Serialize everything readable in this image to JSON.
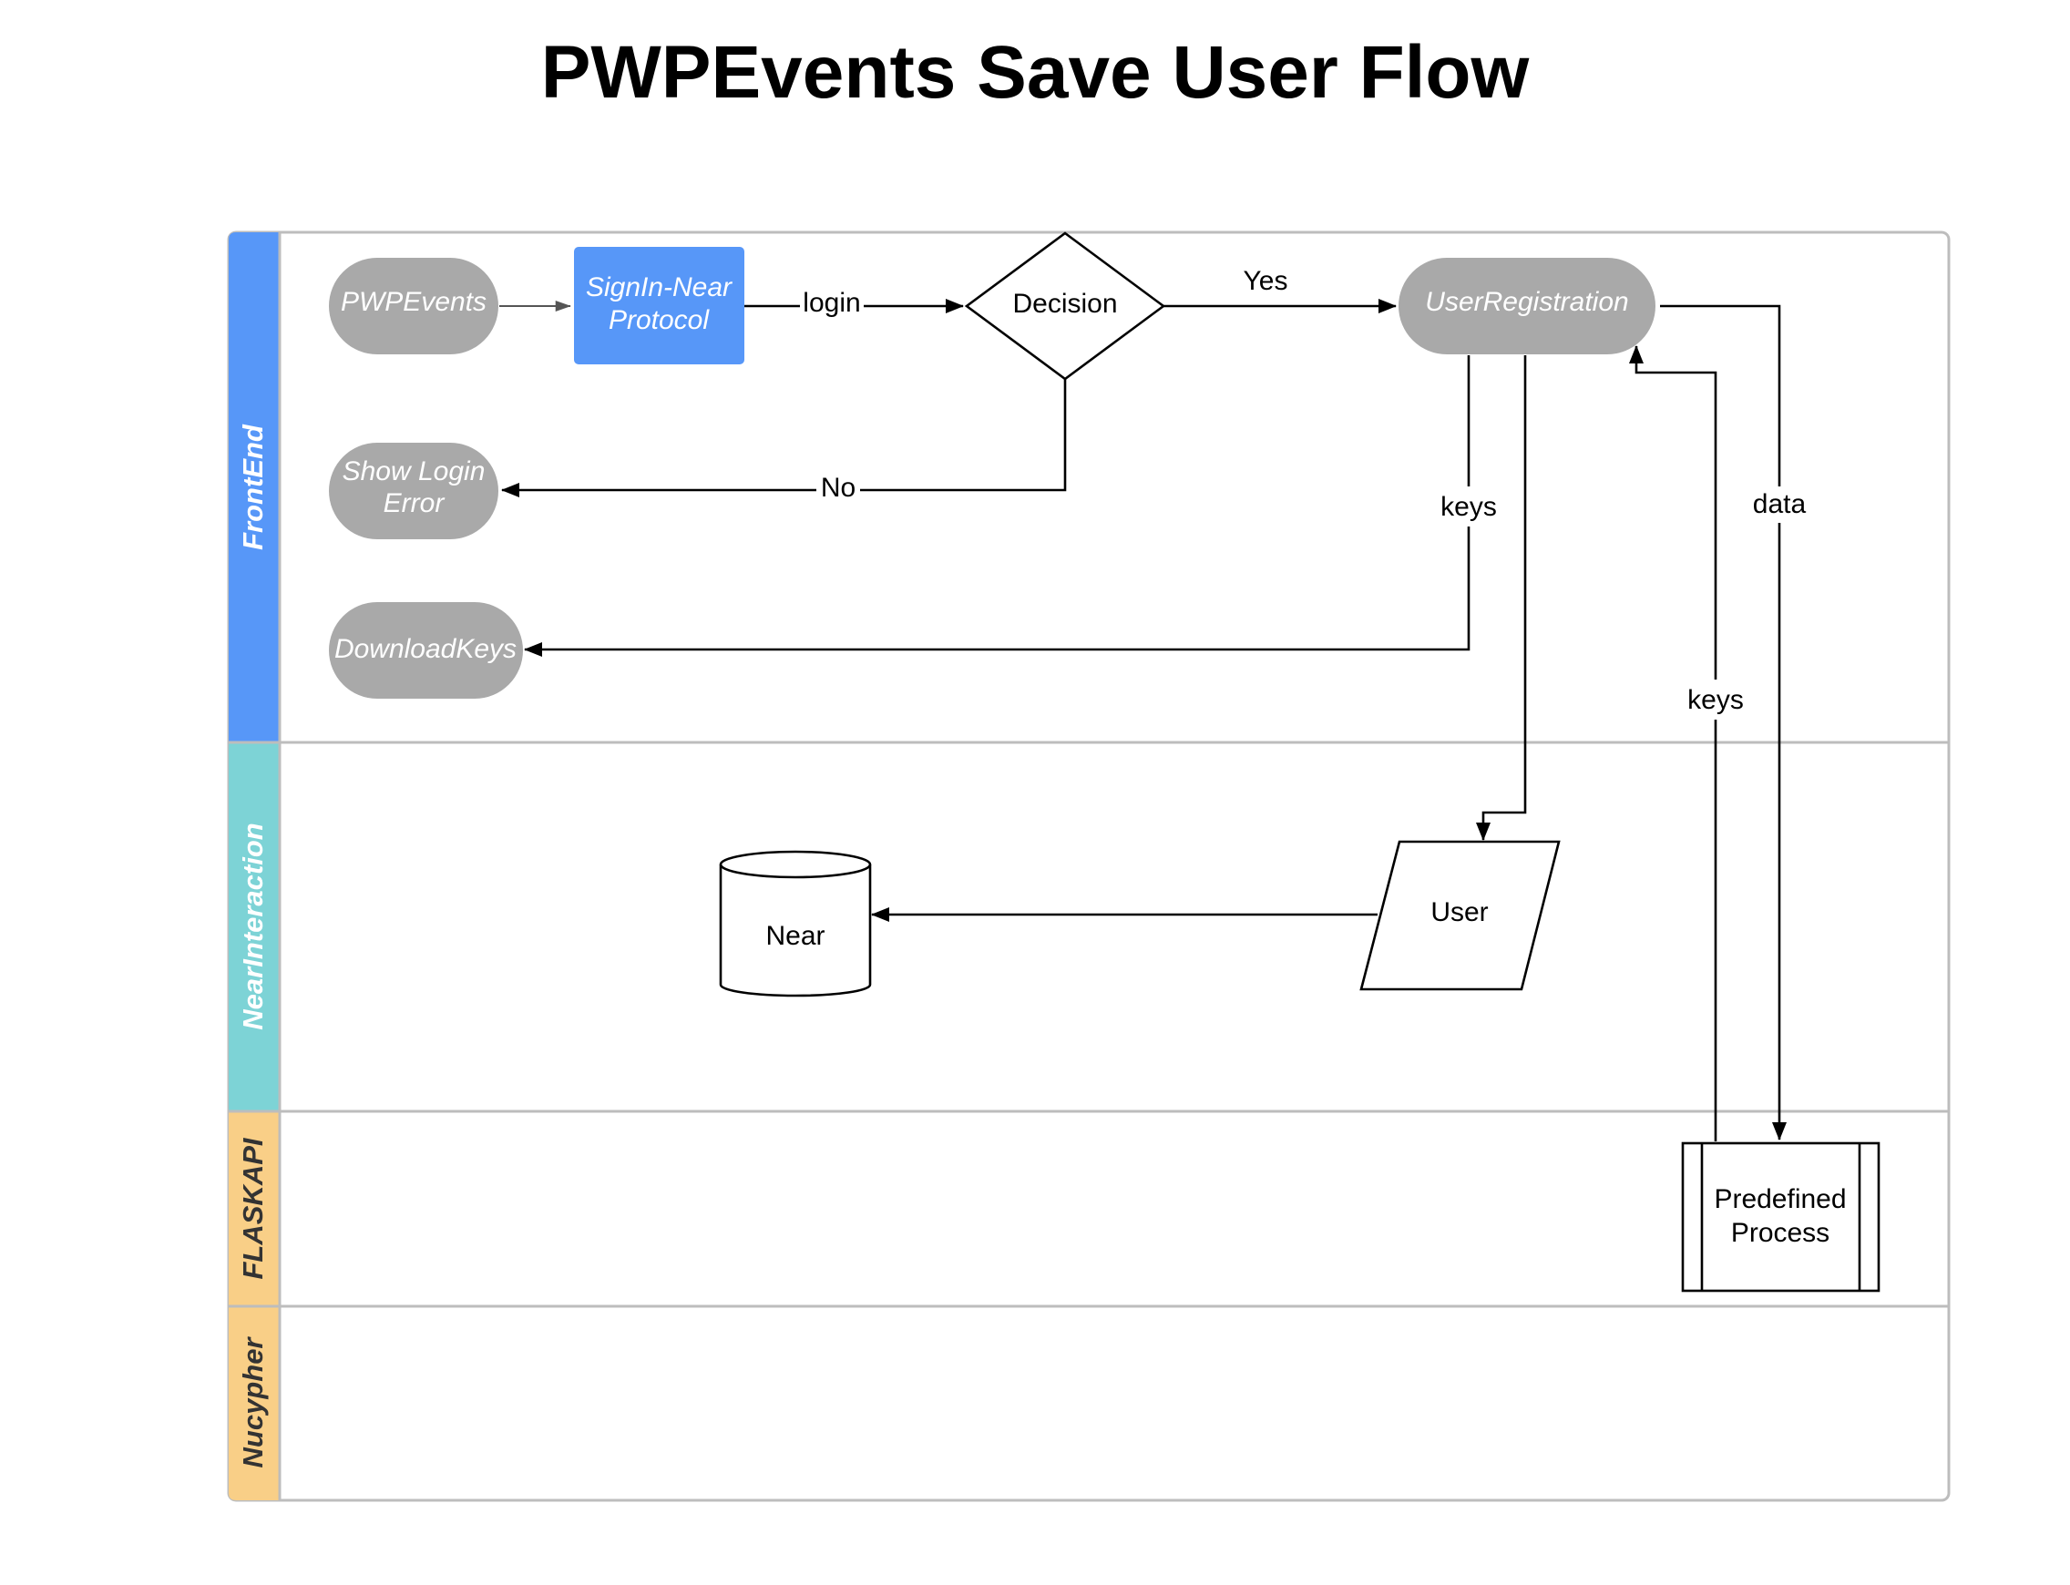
{
  "title": "PWPEvents Save User Flow",
  "colors": {
    "frontend": "#5797f8",
    "nearinteraction": "#7dd3d6",
    "flaskapi": "#f9cf87",
    "nucypher": "#f9cf87",
    "terminal_fill": "#a9a9a9",
    "process_fill": "#5797f8",
    "border": "#bdbdbd"
  },
  "lanes": [
    {
      "id": "frontend",
      "label": "FrontEnd"
    },
    {
      "id": "nearinteraction",
      "label": "NearInteraction"
    },
    {
      "id": "flaskapi",
      "label": "FLASKAPI"
    },
    {
      "id": "nucypher",
      "label": "Nucypher"
    }
  ],
  "nodes": {
    "pwpevents": {
      "shape": "terminal",
      "lines": [
        "PWPEvents"
      ]
    },
    "signin": {
      "shape": "process",
      "lines": [
        "SignIn-Near",
        "Protocol"
      ]
    },
    "decision": {
      "shape": "decision",
      "lines": [
        "Decision"
      ]
    },
    "userregistration": {
      "shape": "terminal",
      "lines": [
        "UserRegistration"
      ]
    },
    "showloginerror": {
      "shape": "terminal",
      "lines": [
        "Show Login",
        "Error"
      ]
    },
    "downloadkeys": {
      "shape": "terminal",
      "lines": [
        "DownloadKeys"
      ]
    },
    "near": {
      "shape": "database",
      "lines": [
        "Near"
      ]
    },
    "user": {
      "shape": "data",
      "lines": [
        "User"
      ]
    },
    "predefined": {
      "shape": "predefined-process",
      "lines": [
        "Predefined",
        "Process"
      ]
    }
  },
  "edges": [
    {
      "from": "pwpevents",
      "to": "signin",
      "label": ""
    },
    {
      "from": "signin",
      "to": "decision",
      "label": "login"
    },
    {
      "from": "decision",
      "to": "userregistration",
      "label": "Yes"
    },
    {
      "from": "decision",
      "to": "showloginerror",
      "label": "No"
    },
    {
      "from": "userregistration",
      "to": "downloadkeys",
      "label": "keys"
    },
    {
      "from": "userregistration",
      "to": "user",
      "label": ""
    },
    {
      "from": "user",
      "to": "near",
      "label": ""
    },
    {
      "from": "userregistration",
      "to": "predefined",
      "label": "data"
    },
    {
      "from": "predefined",
      "to": "userregistration",
      "label": "keys"
    }
  ]
}
